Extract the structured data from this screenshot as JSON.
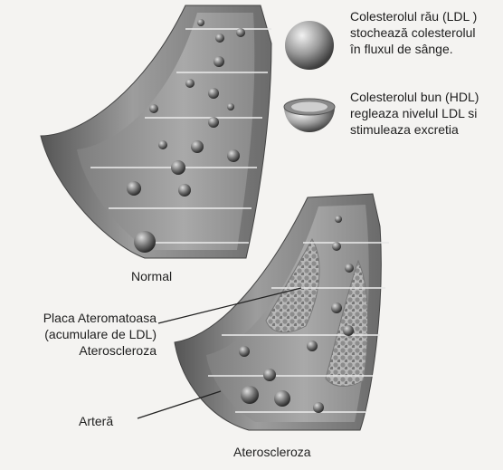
{
  "legend": {
    "ldl_text": [
      "Colesterolul rău (LDL )",
      "stochează colesterolul",
      "în fluxul de sânge."
    ],
    "hdl_text": [
      "Colesterolul bun (HDL)",
      "regleaza nivelul LDL si",
      "stimuleaza excretia"
    ]
  },
  "labels": {
    "normal": "Normal",
    "plaque": [
      "Placa Ateromatoasa",
      "(acumulare de LDL)",
      "Ateroscleroza"
    ],
    "artery": "Arteră",
    "atherosclerosis": "Ateroscleroza"
  },
  "colors": {
    "vessel_outer": "#6a6a6a",
    "vessel_inner": "#b9b9b9",
    "vessel_lumen": "#8f8f8f",
    "particle": "#555555",
    "plaque": "#a7a7a7",
    "background": "#f4f3f1"
  }
}
